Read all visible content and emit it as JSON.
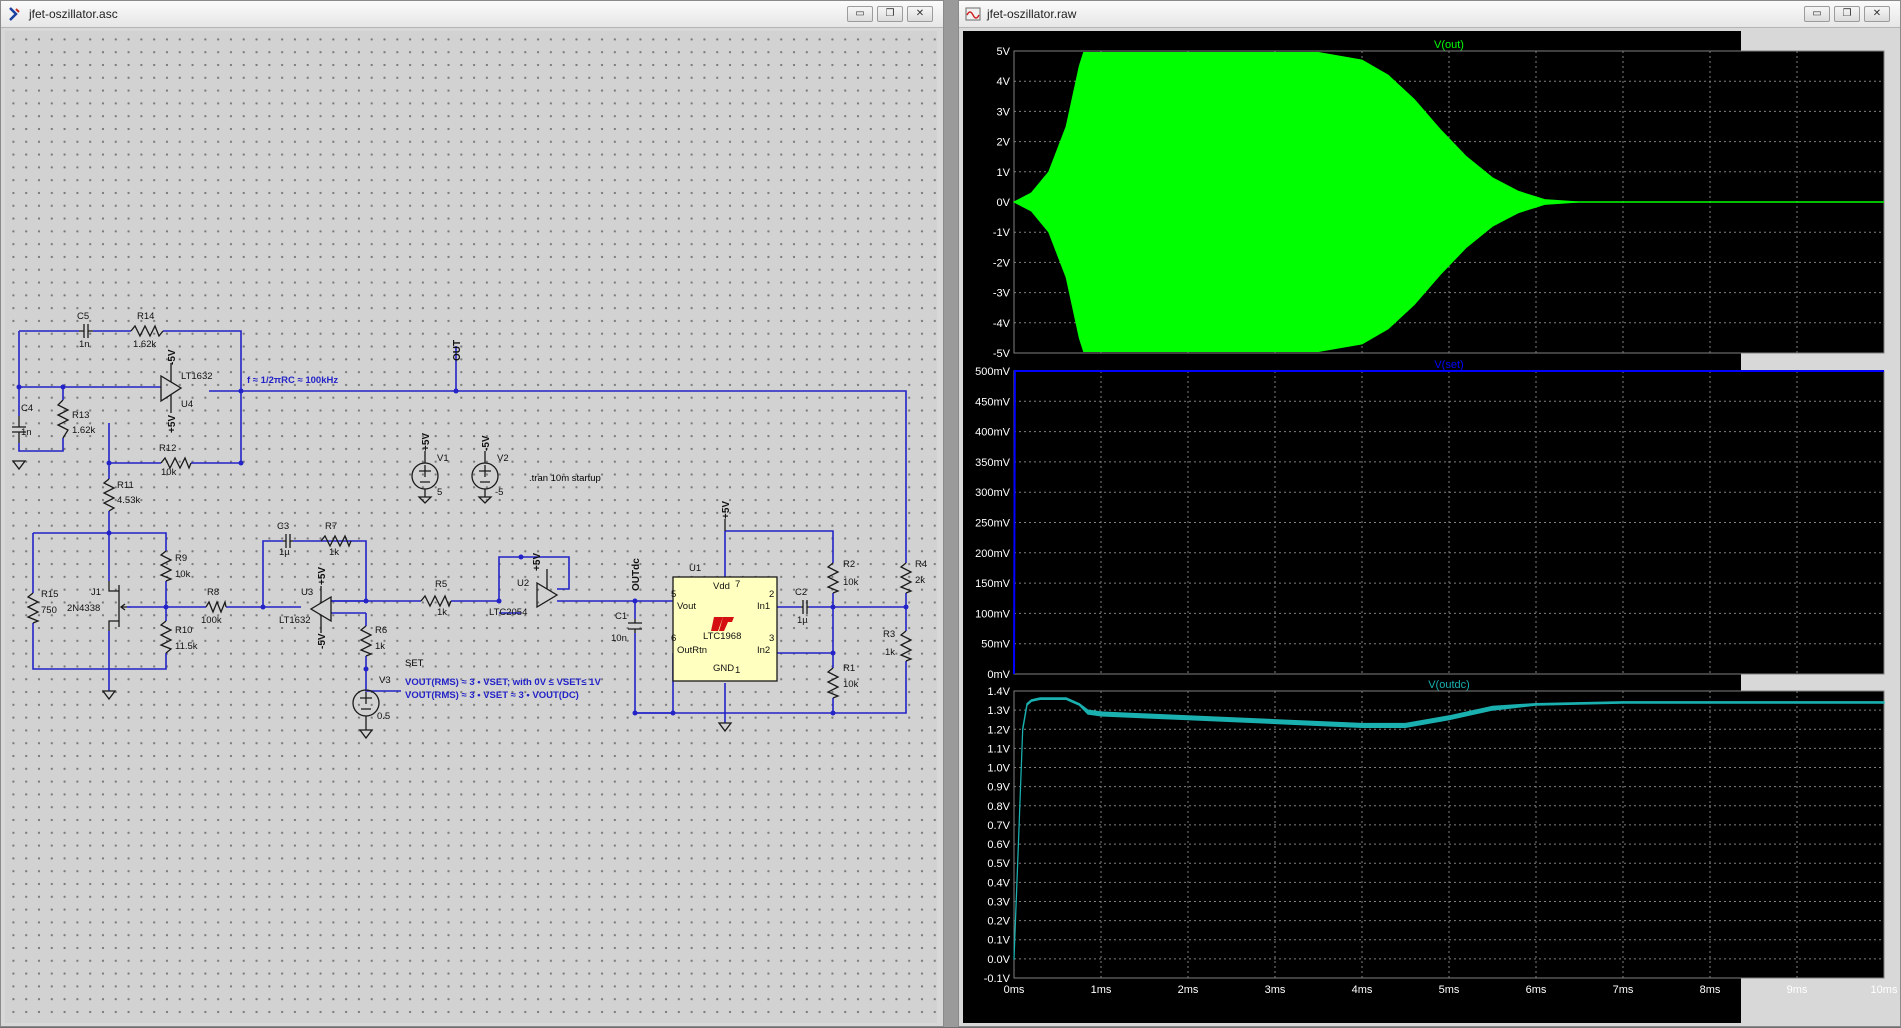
{
  "schematic_window": {
    "title": "jfet-oszillator.asc",
    "buttons": [
      "▭",
      "❐",
      "✕"
    ]
  },
  "waveform_window": {
    "title": "jfet-oszillator.raw",
    "buttons": [
      "▭",
      "❐",
      "✕"
    ]
  },
  "schematic": {
    "colors": {
      "wire": "#2323c8",
      "component": "#1a1a1a",
      "text_blue": "#2323c8"
    },
    "components": [
      {
        "ref": "C5",
        "value": "1n"
      },
      {
        "ref": "R14",
        "value": "1.62k"
      },
      {
        "ref": "C4",
        "value": "1n"
      },
      {
        "ref": "R13",
        "value": "1.62k"
      },
      {
        "ref": "R12",
        "value": "10k"
      },
      {
        "ref": "R11",
        "value": "4.53k"
      },
      {
        "ref": "R9",
        "value": "10k"
      },
      {
        "ref": "R10",
        "value": "11.5k"
      },
      {
        "ref": "R15",
        "value": "750"
      },
      {
        "ref": "J1",
        "value": "2N4338"
      },
      {
        "ref": "R8",
        "value": "100k"
      },
      {
        "ref": "C3",
        "value": "1µ"
      },
      {
        "ref": "R7",
        "value": "1k"
      },
      {
        "ref": "R6",
        "value": "1k"
      },
      {
        "ref": "V3",
        "value": "0.5"
      },
      {
        "ref": "R5",
        "value": "1k"
      },
      {
        "ref": "C1",
        "value": "10n"
      },
      {
        "ref": "C2",
        "value": "1µ"
      },
      {
        "ref": "R2",
        "value": "10k"
      },
      {
        "ref": "R1",
        "value": "10k"
      },
      {
        "ref": "R4",
        "value": "2k"
      },
      {
        "ref": "R3",
        "value": "1k"
      },
      {
        "ref": "V1",
        "value": "5"
      },
      {
        "ref": "V2",
        "value": "-5"
      }
    ],
    "opamps": {
      "u4_ref": "U4",
      "u4_model": "LT1632",
      "u3_ref": "U3",
      "u3_model": "LT1632",
      "u2_ref": "U2",
      "u2_model": "LTC2054"
    },
    "ic": {
      "ref": "U1",
      "model": "LTC1968",
      "pins": {
        "vdd": "Vdd",
        "vdd_n": "7",
        "vout": "Vout",
        "vout_n": "5",
        "outrtn": "OutRtn",
        "outrtn_n": "6",
        "in1": "In1",
        "in1_n": "2",
        "in2": "In2",
        "in2_n": "3",
        "gnd": "GND",
        "gnd_n": "1"
      }
    },
    "nets": {
      "out": "OUT",
      "outdc": "OUTdc",
      "set": "SET",
      "p5": "+5V",
      "m5": "-5V"
    },
    "notes": {
      "freq": "f ≈ 1/2πRC ≈ 100kHz",
      "tran": ".tran 10m startup",
      "eq1": "VOUT(RMS) ≈ 3 • VSET; with 0V ≤ VSET≤ 1V",
      "eq2": "VOUT(RMS) ≈ 3 • VSET ≈ 3 • VOUT(DC)"
    }
  },
  "waveform": {
    "colors": {
      "grid": "#808080",
      "axis_text": "#ffffff",
      "vout": "#00ff00",
      "vset": "#0000ff",
      "voutdc": "#1ab0b0"
    },
    "x_ticks": [
      "0ms",
      "1ms",
      "2ms",
      "3ms",
      "4ms",
      "5ms",
      "6ms",
      "7ms",
      "8ms",
      "9ms",
      "10ms"
    ],
    "panes": [
      {
        "trace": "V(out)",
        "y_ticks": [
          "5V",
          "4V",
          "3V",
          "2V",
          "1V",
          "0V",
          "-1V",
          "-2V",
          "-3V",
          "-4V",
          "-5V"
        ]
      },
      {
        "trace": "V(set)",
        "y_ticks": [
          "500mV",
          "450mV",
          "400mV",
          "350mV",
          "300mV",
          "250mV",
          "200mV",
          "150mV",
          "100mV",
          "50mV",
          "0mV"
        ]
      },
      {
        "trace": "V(outdc)",
        "y_ticks": [
          "1.4V",
          "1.3V",
          "1.2V",
          "1.1V",
          "1.0V",
          "0.9V",
          "0.8V",
          "0.7V",
          "0.6V",
          "0.5V",
          "0.4V",
          "0.3V",
          "0.2V",
          "0.1V",
          "0.0V",
          "-0.1V"
        ]
      }
    ]
  },
  "chart_data": [
    {
      "type": "area",
      "trace": "V(out)",
      "x_unit": "ms",
      "xlim": [
        0,
        10
      ],
      "ylim": [
        -5,
        5
      ],
      "envelope_x": [
        0,
        0.2,
        0.4,
        0.6,
        0.75,
        0.8,
        3.5,
        4.0,
        4.3,
        4.6,
        4.9,
        5.2,
        5.5,
        5.8,
        6.1,
        6.5,
        10
      ],
      "envelope_y": [
        0,
        0.3,
        1.0,
        2.5,
        4.5,
        4.95,
        4.95,
        4.7,
        4.2,
        3.4,
        2.4,
        1.5,
        0.8,
        0.35,
        0.08,
        0.0,
        0.0
      ]
    },
    {
      "type": "line",
      "trace": "V(set)",
      "x_unit": "ms",
      "xlim": [
        0,
        10
      ],
      "ylim": [
        0,
        500
      ],
      "x": [
        0,
        0.01,
        10
      ],
      "y": [
        0,
        500,
        500
      ]
    },
    {
      "type": "line",
      "trace": "V(outdc)",
      "x_unit": "ms",
      "xlim": [
        0,
        10
      ],
      "ylim": [
        -0.1,
        1.4
      ],
      "x": [
        0,
        0.05,
        0.1,
        0.15,
        0.2,
        0.3,
        0.6,
        0.75,
        0.85,
        1.0,
        2.0,
        3.0,
        4.0,
        4.5,
        5.0,
        5.5,
        6.0,
        7.0,
        10
      ],
      "y": [
        0,
        0.6,
        1.2,
        1.33,
        1.35,
        1.36,
        1.36,
        1.33,
        1.29,
        1.28,
        1.26,
        1.24,
        1.22,
        1.22,
        1.26,
        1.31,
        1.33,
        1.34,
        1.34
      ],
      "band": 0.02
    }
  ]
}
